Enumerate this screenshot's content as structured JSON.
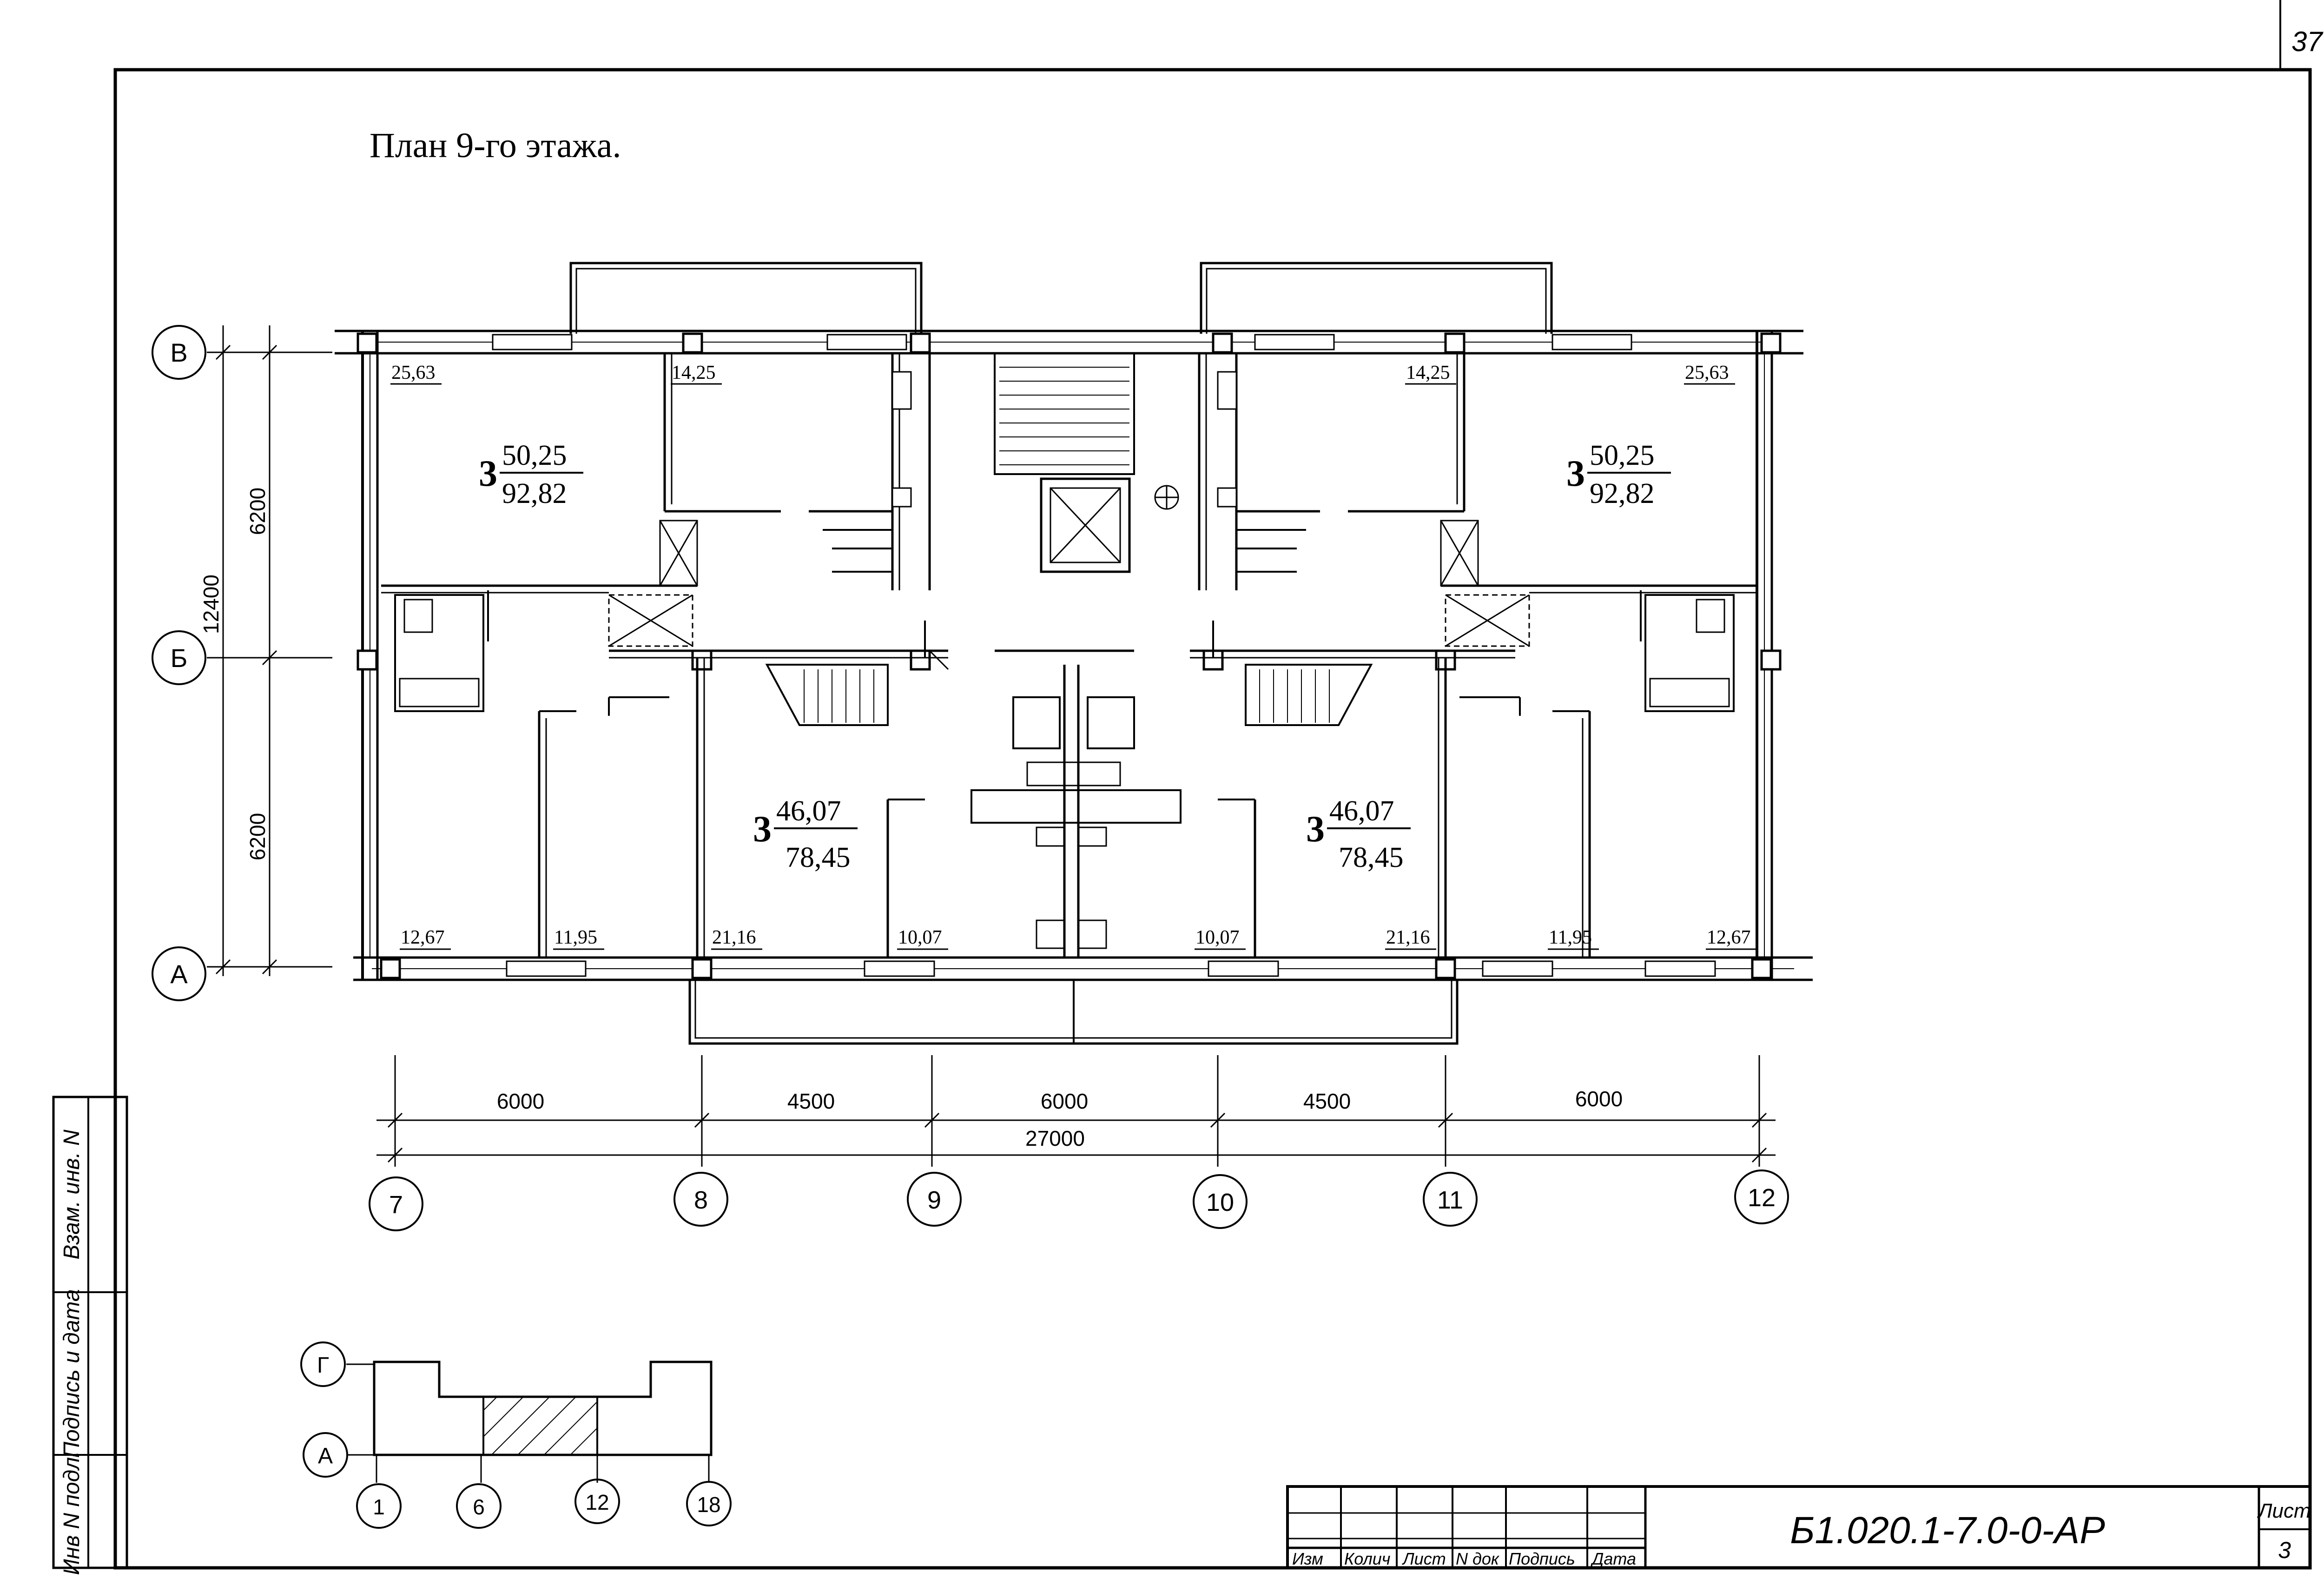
{
  "sheet_corner": "37",
  "title": "План 9-го этажа.",
  "apartments": [
    {
      "rooms": "3",
      "living": "50,25",
      "total": "92,82"
    },
    {
      "rooms": "3",
      "living": "50,25",
      "total": "92,82"
    },
    {
      "rooms": "3",
      "living": "46,07",
      "total": "78,45"
    },
    {
      "rooms": "3",
      "living": "46,07",
      "total": "78,45"
    }
  ],
  "room_areas": {
    "top": [
      "25,63",
      "14,25",
      "14,25",
      "25,63"
    ],
    "bottom": [
      "12,67",
      "11,95",
      "21,16",
      "10,07",
      "10,07",
      "21,16",
      "11,95",
      "12,67"
    ]
  },
  "row_axes": [
    "В",
    "Б",
    "А"
  ],
  "col_axes": [
    "7",
    "8",
    "9",
    "10",
    "11",
    "12"
  ],
  "vertical_dims": {
    "total": "12400",
    "top": "6200",
    "bottom": "6200"
  },
  "horizontal_dims": {
    "spans": [
      "6000",
      "4500",
      "6000",
      "4500",
      "6000"
    ],
    "total": "27000"
  },
  "key_plan": {
    "row_axes": [
      "Г",
      "А"
    ],
    "col_axes": [
      "1",
      "6",
      "12",
      "18"
    ]
  },
  "side_stamp": [
    "Инв N подл.",
    "Подпись и дата",
    "Взам. инв. N"
  ],
  "title_block": {
    "columns": [
      "Изм",
      "Колич",
      "Лист",
      "N док",
      "Подпись",
      "Дата"
    ],
    "code": "Б1.020.1-7.0-0-АР",
    "sheet_label": "Лист",
    "sheet_number": "3"
  }
}
